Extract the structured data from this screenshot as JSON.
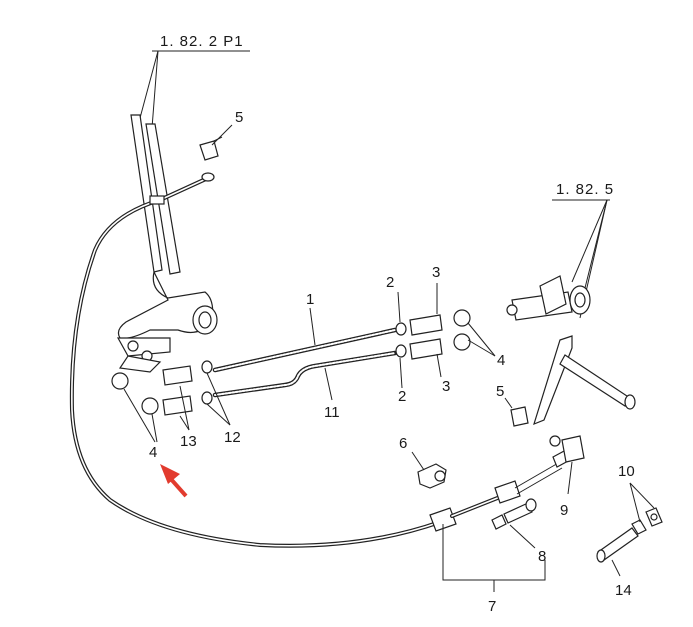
{
  "diagram": {
    "reference_labels": {
      "lever_ref": "1. 82. 2 P1",
      "shaft_ref": "1. 82. 5"
    },
    "callouts": {
      "c1": "1",
      "c2a": "2",
      "c2b": "2",
      "c3a": "3",
      "c3b": "3",
      "c4a": "4",
      "c4b": "4",
      "c5a": "5",
      "c5b": "5",
      "c6": "6",
      "c7": "7",
      "c8": "8",
      "c9": "9",
      "c10": "10",
      "c11": "11",
      "c12": "12",
      "c13": "13",
      "c14": "14"
    },
    "colors": {
      "line": "#222222",
      "arrow": "#e23b2e",
      "background": "#ffffff"
    }
  }
}
